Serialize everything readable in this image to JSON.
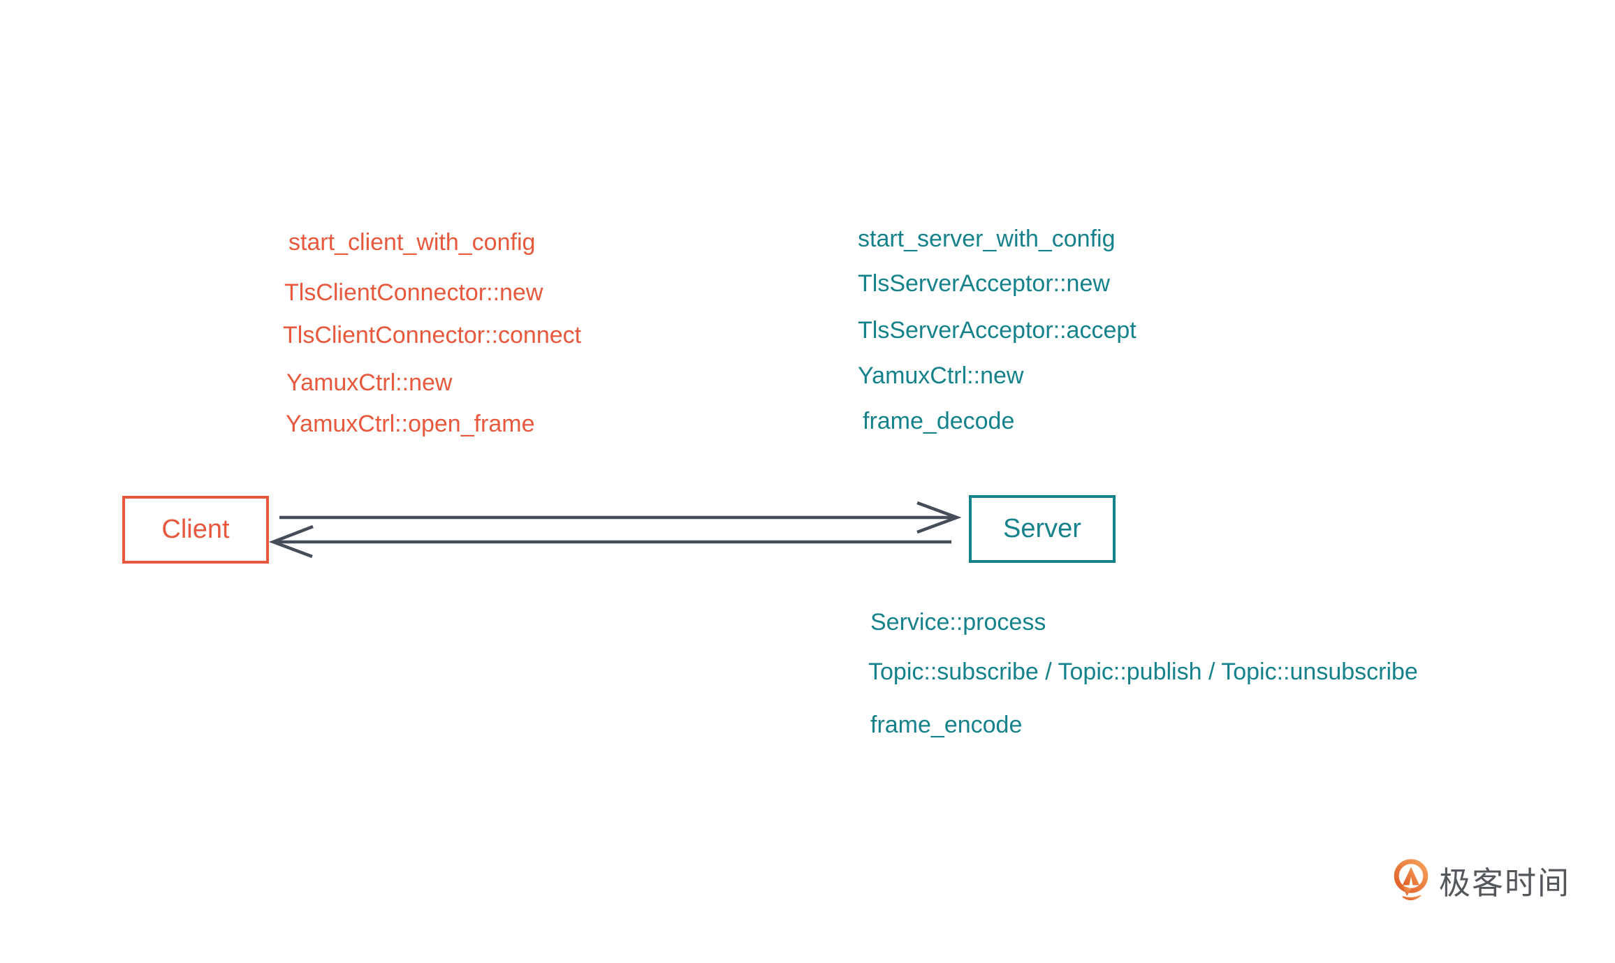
{
  "diagram": {
    "client": {
      "box_label": "Client",
      "calls": [
        "start_client_with_config",
        "TlsClientConnector::new",
        "TlsClientConnector::connect",
        "YamuxCtrl::new",
        "YamuxCtrl::open_frame"
      ]
    },
    "server": {
      "box_label": "Server",
      "pre_calls": [
        "start_server_with_config",
        "TlsServerAcceptor::new",
        "TlsServerAcceptor::accept",
        "YamuxCtrl::new",
        "frame_decode"
      ],
      "post_calls": [
        "Service::process",
        "Topic::subscribe / Topic::publish / Topic::unsubscribe",
        "frame_encode"
      ]
    },
    "colors": {
      "client_accent": "#E7583C",
      "server_accent": "#15828B",
      "arrow": "#454E58",
      "logo_orange": "#ED7D31",
      "logo_text": "#54585C"
    }
  },
  "branding": {
    "logo_text": "极客时间"
  }
}
